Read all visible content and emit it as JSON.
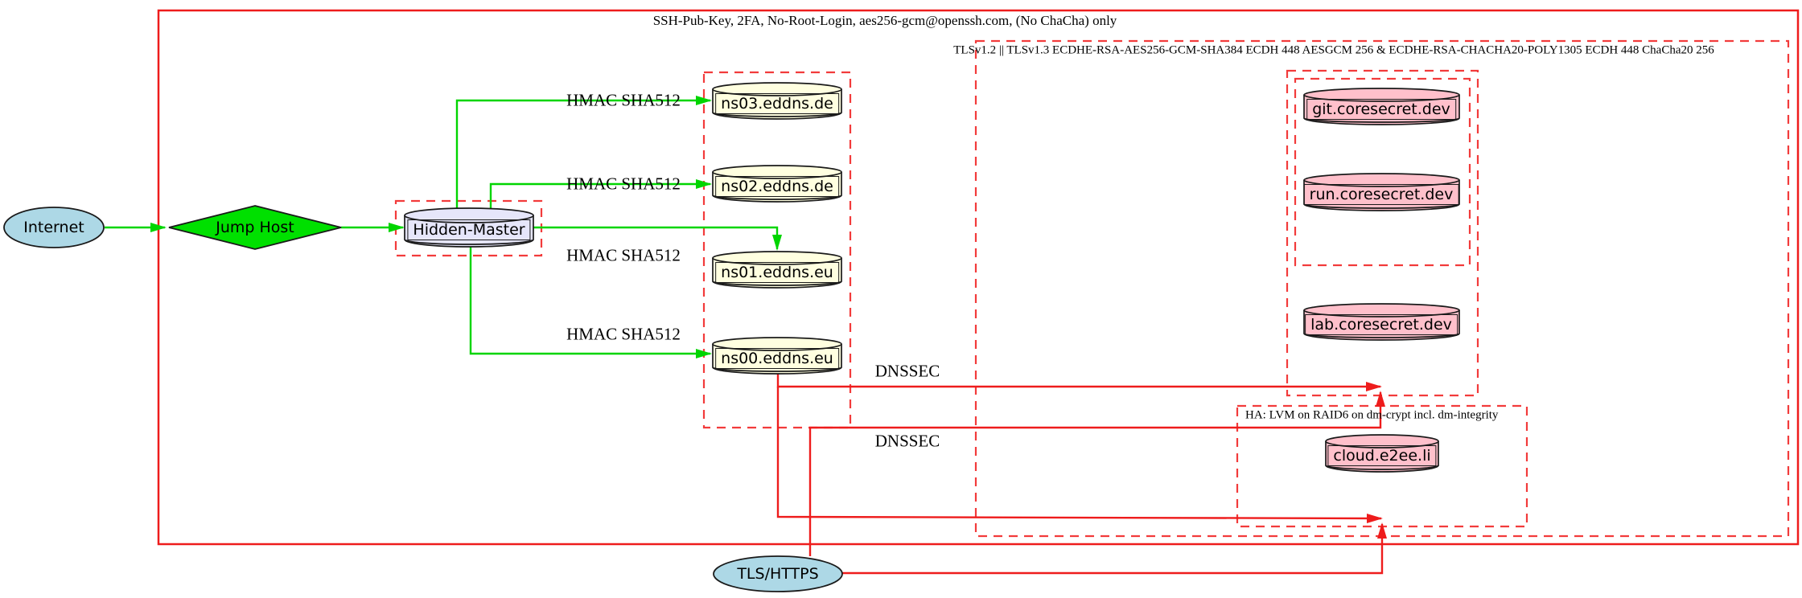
{
  "clusters": {
    "ssh": {
      "label": "SSH-Pub-Key, 2FA, No-Root-Login, aes256-gcm@openssh.com, (No ChaCha) only"
    },
    "tls": {
      "label": "TLSv1.2 || TLSv1.3 ECDHE-RSA-AES256-GCM-SHA384 ECDH 448 AESGCM 256 & ECDHE-RSA-CHACHA20-POLY1305 ECDH 448 ChaCha20 256"
    },
    "ha": {
      "label": "HA: LVM on RAID6 on dm-crypt incl. dm-integrity"
    }
  },
  "nodes": {
    "internet": {
      "label": "Internet",
      "shape": "ellipse",
      "fill": "#add8e6"
    },
    "jump_host": {
      "label": "Jump Host",
      "shape": "diamond",
      "fill": "#00e000"
    },
    "hidden_master": {
      "label": "Hidden-Master",
      "shape": "cylinder",
      "fill": "#e6e6fa"
    },
    "ns03": {
      "label": "ns03.eddns.de",
      "shape": "cylinder",
      "fill": "#ffffe0"
    },
    "ns02": {
      "label": "ns02.eddns.de",
      "shape": "cylinder",
      "fill": "#ffffe0"
    },
    "ns01": {
      "label": "ns01.eddns.eu",
      "shape": "cylinder",
      "fill": "#ffffe0"
    },
    "ns00": {
      "label": "ns00.eddns.eu",
      "shape": "cylinder",
      "fill": "#ffffe0"
    },
    "git": {
      "label": "git.coresecret.dev",
      "shape": "cylinder",
      "fill": "#ffc0cb"
    },
    "run": {
      "label": "run.coresecret.dev",
      "shape": "cylinder",
      "fill": "#ffc0cb"
    },
    "lab": {
      "label": "lab.coresecret.dev",
      "shape": "cylinder",
      "fill": "#ffc0cb"
    },
    "cloud": {
      "label": "cloud.e2ee.li",
      "shape": "cylinder",
      "fill": "#ffc0cb"
    },
    "tls_https": {
      "label": "TLS/HTTPS",
      "shape": "ellipse",
      "fill": "#add8e6"
    }
  },
  "edge_labels": {
    "hmac_ns03": "HMAC SHA512",
    "hmac_ns02": "HMAC SHA512",
    "hmac_ns01": "HMAC SHA512",
    "hmac_ns00": "HMAC SHA512",
    "dnssec_coresecret": "DNSSEC",
    "dnssec_ha": "DNSSEC"
  },
  "colors": {
    "edge_green": "#00d500",
    "edge_red": "#ee1c1c",
    "cluster_border_red": "#f23b3b",
    "node_border": "#1a1a1a"
  }
}
